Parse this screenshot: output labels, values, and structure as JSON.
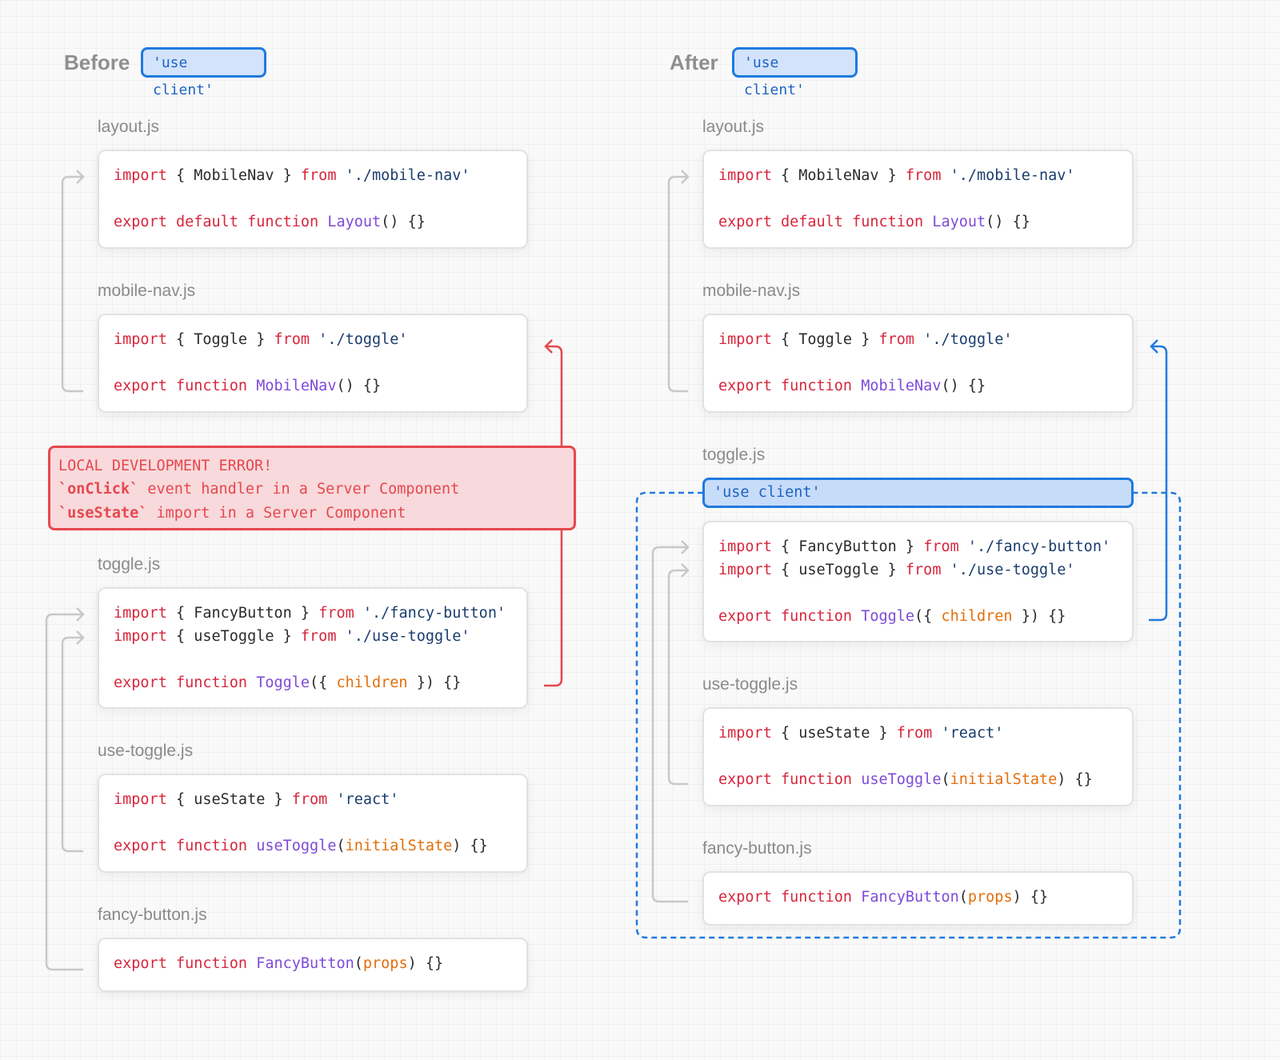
{
  "before": {
    "heading": "Before",
    "badge": "'use client'",
    "error": {
      "title": "LOCAL DEVELOPMENT ERROR!",
      "line1_code": "`onClick`",
      "line1_text": " event handler in a Server Component",
      "line2_code": "`useState`",
      "line2_text": " import in a Server Component"
    }
  },
  "after": {
    "heading": "After",
    "badge": "'use client'",
    "toggle_directive": "'use client'"
  },
  "files": {
    "layout": {
      "name": "layout.js",
      "lines": [
        [
          [
            "import",
            "kw"
          ],
          [
            " { MobileNav } ",
            "plain"
          ],
          [
            "from",
            "kw"
          ],
          [
            " './mobile-nav'",
            "str"
          ]
        ],
        [],
        [
          [
            "export default function",
            "kw"
          ],
          [
            " ",
            "plain"
          ],
          [
            "Layout",
            "fn"
          ],
          [
            "() {}",
            "plain"
          ]
        ]
      ]
    },
    "mobile_nav": {
      "name": "mobile-nav.js",
      "lines": [
        [
          [
            "import",
            "kw"
          ],
          [
            " { Toggle } ",
            "plain"
          ],
          [
            "from",
            "kw"
          ],
          [
            " './toggle'",
            "str"
          ]
        ],
        [],
        [
          [
            "export function",
            "kw"
          ],
          [
            " ",
            "plain"
          ],
          [
            "MobileNav",
            "fn"
          ],
          [
            "() {}",
            "plain"
          ]
        ]
      ]
    },
    "toggle": {
      "name": "toggle.js",
      "lines": [
        [
          [
            "import",
            "kw"
          ],
          [
            " { FancyButton } ",
            "plain"
          ],
          [
            "from",
            "kw"
          ],
          [
            " './fancy-button'",
            "str"
          ]
        ],
        [
          [
            "import",
            "kw"
          ],
          [
            " { useToggle } ",
            "plain"
          ],
          [
            "from",
            "kw"
          ],
          [
            " './use-toggle'",
            "str"
          ]
        ],
        [],
        [
          [
            "export function",
            "kw"
          ],
          [
            " ",
            "plain"
          ],
          [
            "Toggle",
            "fn"
          ],
          [
            "({ ",
            "plain"
          ],
          [
            "children",
            "param"
          ],
          [
            " }) {}",
            "plain"
          ]
        ]
      ]
    },
    "use_toggle": {
      "name": "use-toggle.js",
      "lines": [
        [
          [
            "import",
            "kw"
          ],
          [
            " { useState } ",
            "plain"
          ],
          [
            "from",
            "kw"
          ],
          [
            " 'react'",
            "str"
          ]
        ],
        [],
        [
          [
            "export function",
            "kw"
          ],
          [
            " ",
            "plain"
          ],
          [
            "useToggle",
            "fn"
          ],
          [
            "(",
            "plain"
          ],
          [
            "initialState",
            "param"
          ],
          [
            ") {}",
            "plain"
          ]
        ]
      ]
    },
    "fancy_button": {
      "name": "fancy-button.js",
      "lines": [
        [
          [
            "export function",
            "kw"
          ],
          [
            " ",
            "plain"
          ],
          [
            "FancyButton",
            "fn"
          ],
          [
            "(",
            "plain"
          ],
          [
            "props",
            "param"
          ],
          [
            ") {}",
            "plain"
          ]
        ]
      ]
    }
  },
  "colors": {
    "keyword": "#d7263d",
    "function": "#7e4ad8",
    "string": "#1a3d6d",
    "param": "#e36f0a",
    "client_blue": "#1f7ae0",
    "error_red": "#e5484d",
    "connector_gray": "#c8c8c8"
  }
}
